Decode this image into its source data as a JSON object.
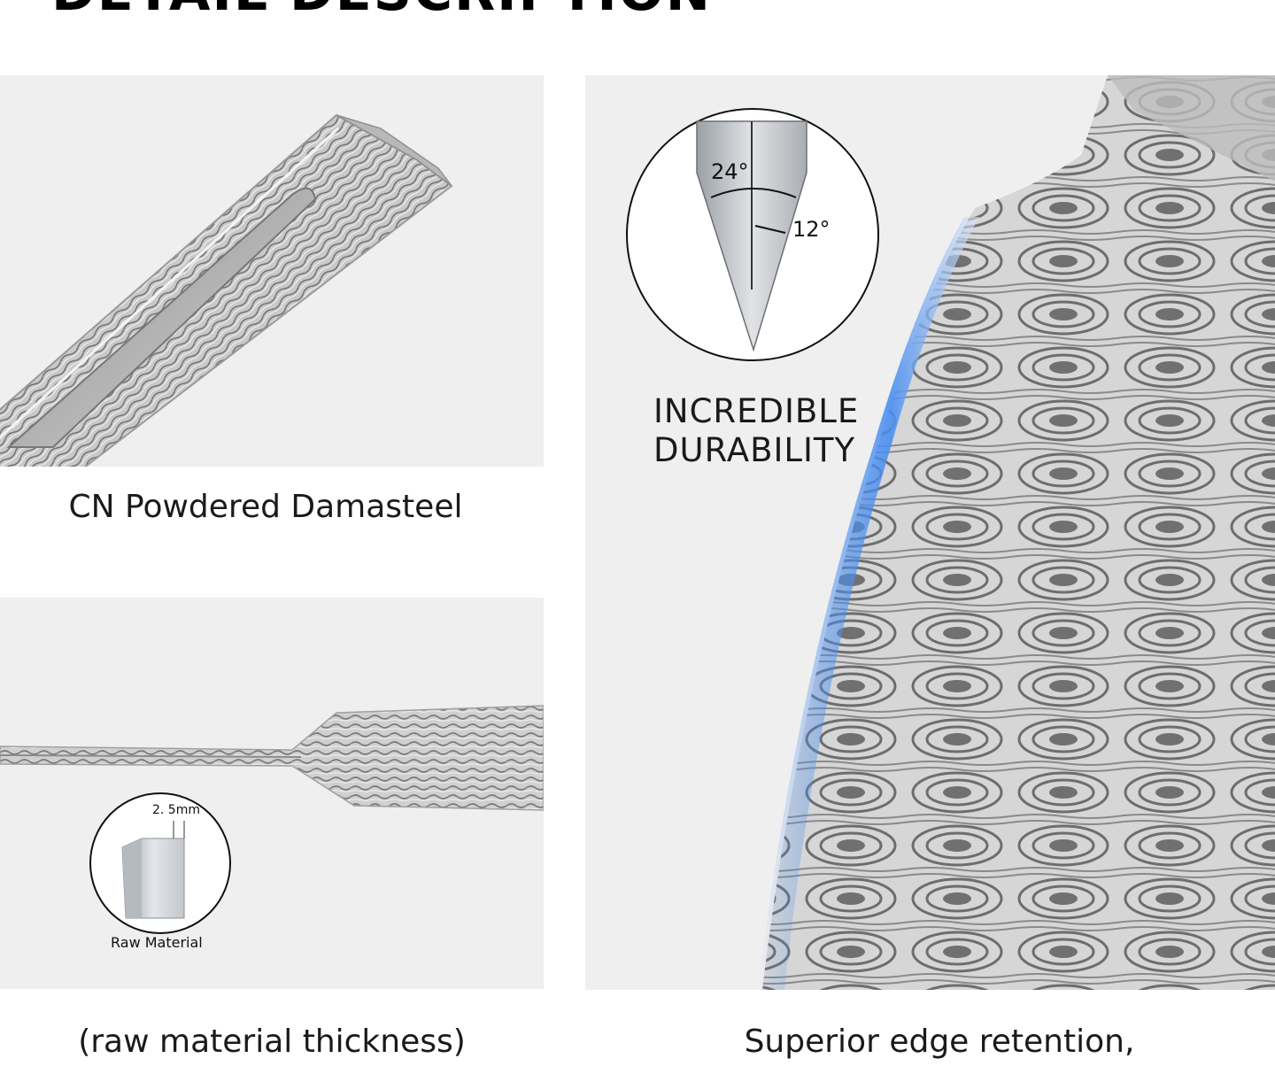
{
  "page": {
    "heading": "DETAIL DESCRIPTION",
    "background_color": "#ffffff",
    "panel_color": "#efefef",
    "edge_highlight_color": "#4a8ff0"
  },
  "panels": {
    "top_left": {
      "caption": "CN Powdered Damasteel",
      "image": "damascus-steel-tang-photo"
    },
    "bottom_left": {
      "caption": "(raw material thickness)",
      "image": "damascus-steel-spine-photo",
      "inset": {
        "thickness_label": "2. 5mm",
        "material_label": "Raw Material"
      }
    },
    "right": {
      "caption": "Superior edge retention,",
      "image": "damascus-steel-blade-closeup-photo",
      "inset": {
        "total_angle_label": "24°",
        "side_angle_label": "12°"
      },
      "callout_line1": "INCREDIBLE",
      "callout_line2": "DURABILITY"
    }
  }
}
